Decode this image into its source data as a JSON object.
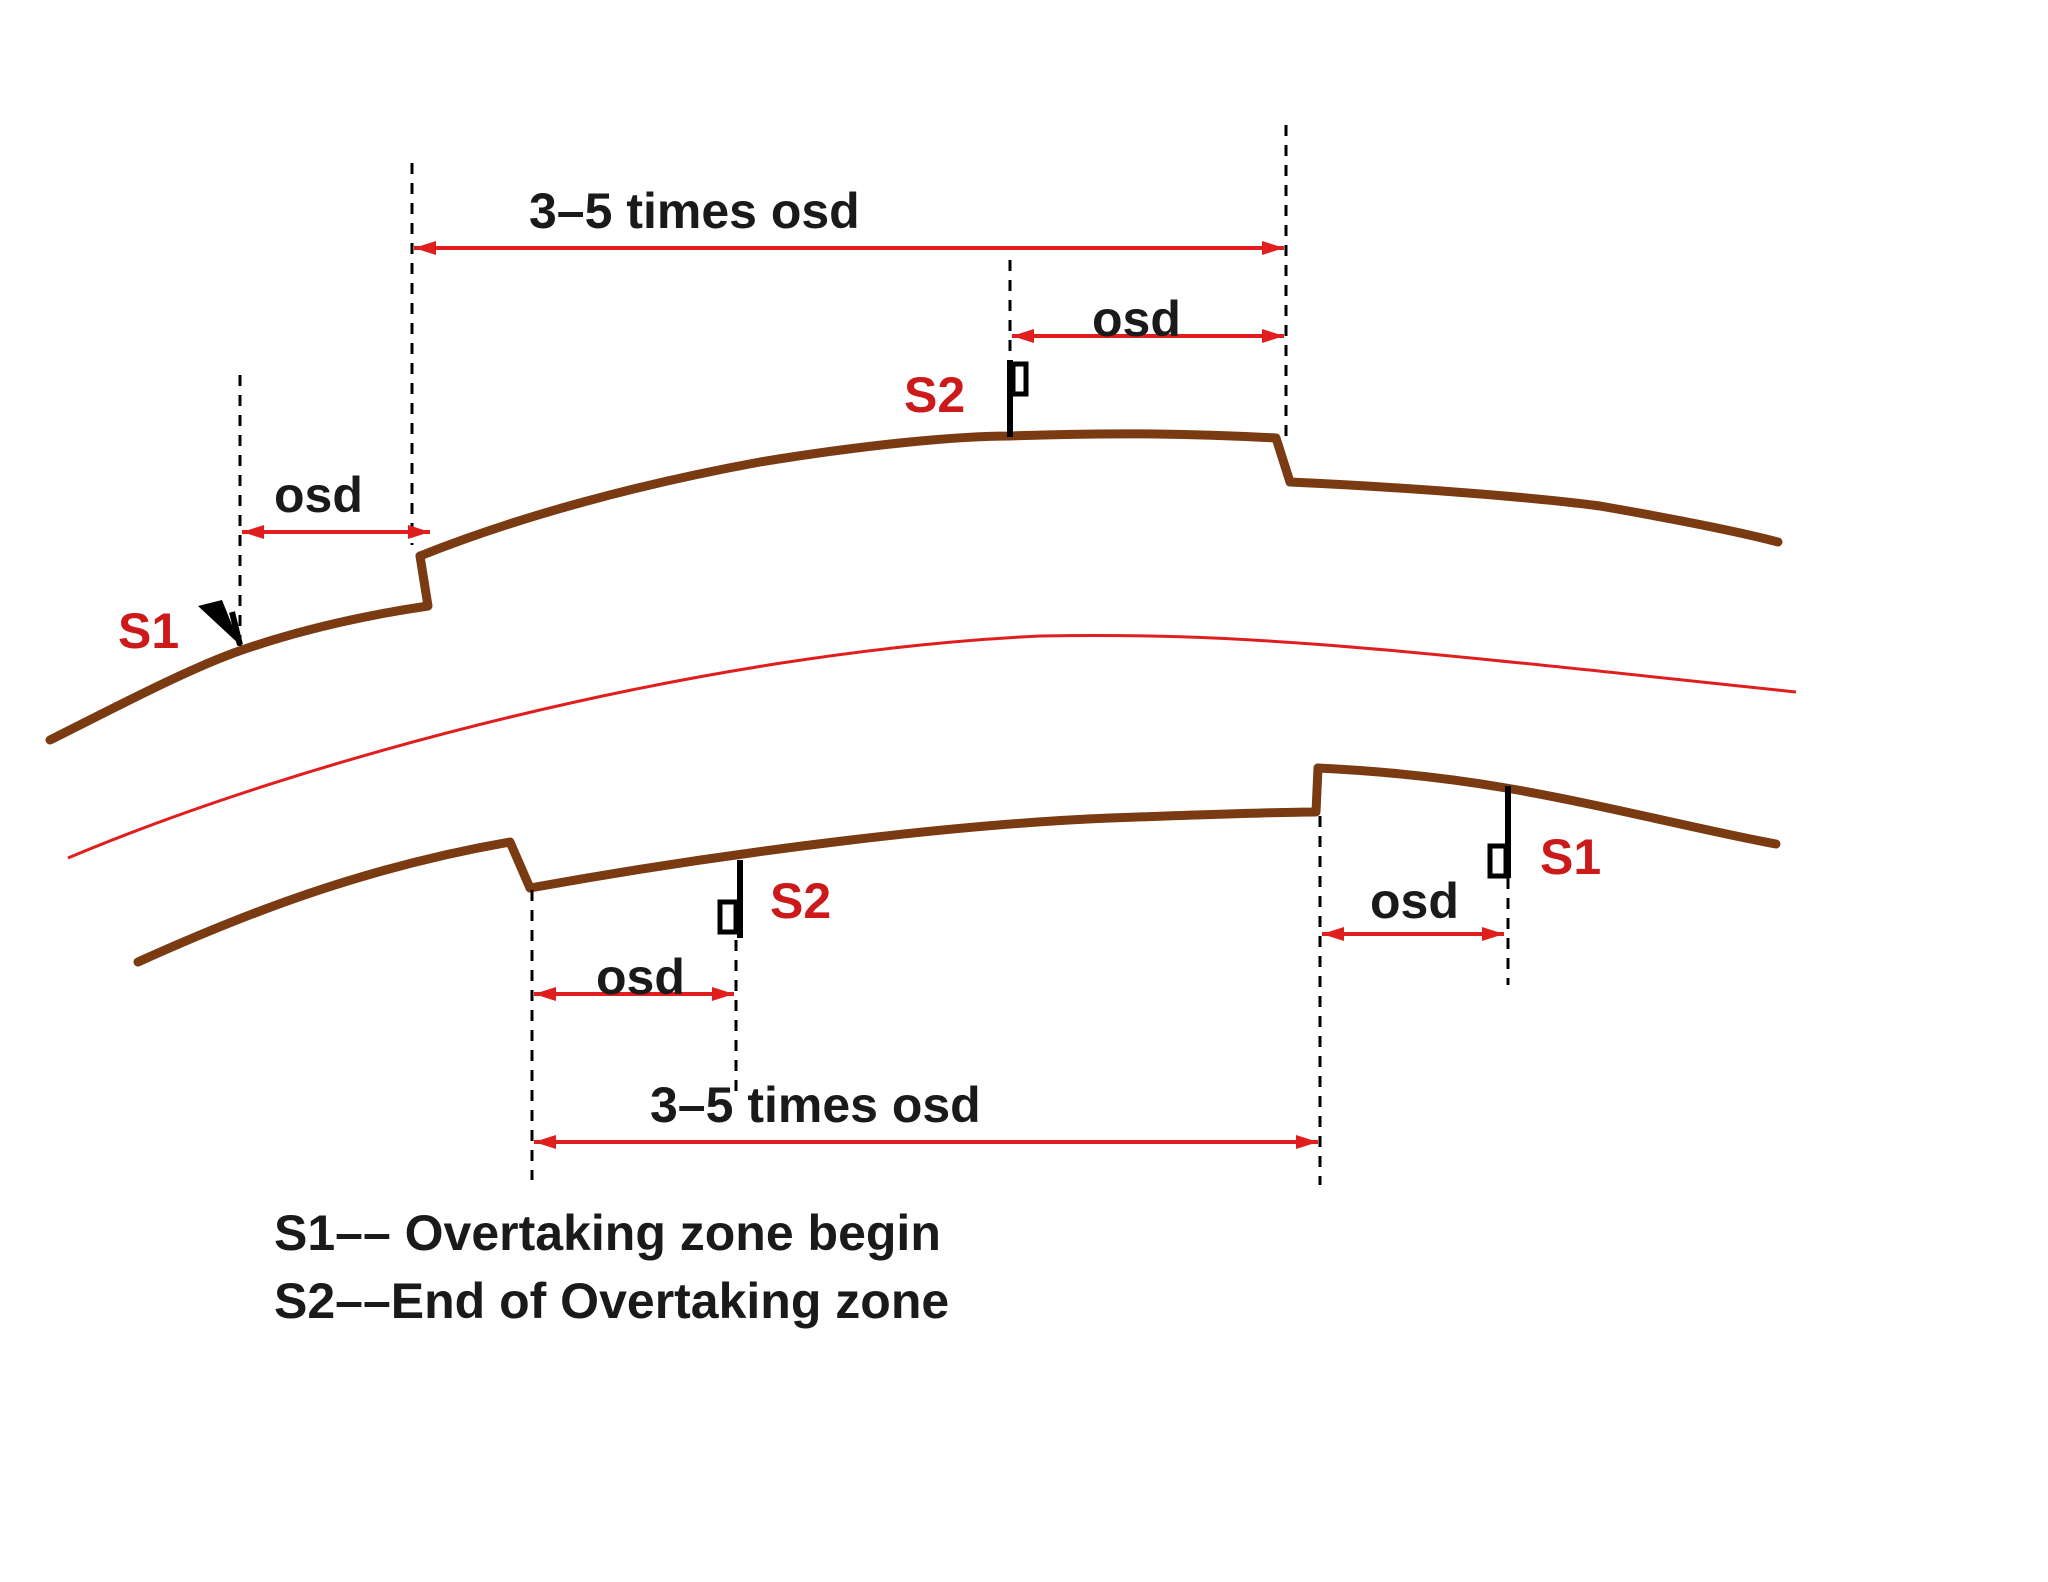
{
  "diagram": {
    "dimensions": {
      "top_span": "3–5 times osd",
      "top_osd_right": "osd",
      "top_osd_left": "osd",
      "bottom_span": "3–5 times osd",
      "bottom_osd_left": "osd",
      "bottom_osd_right": "osd"
    },
    "signs": {
      "top_left": "S1",
      "top_right": "S2",
      "bottom_left": "S2",
      "bottom_right": "S1"
    },
    "legend": [
      "S1–– Overtaking zone begin",
      "S2––End of Overtaking zone"
    ],
    "colors": {
      "road": "#7a3a12",
      "centerline": "#e01e1e",
      "dimension": "#e01e1e",
      "sign_label": "#cc1a1a"
    }
  }
}
